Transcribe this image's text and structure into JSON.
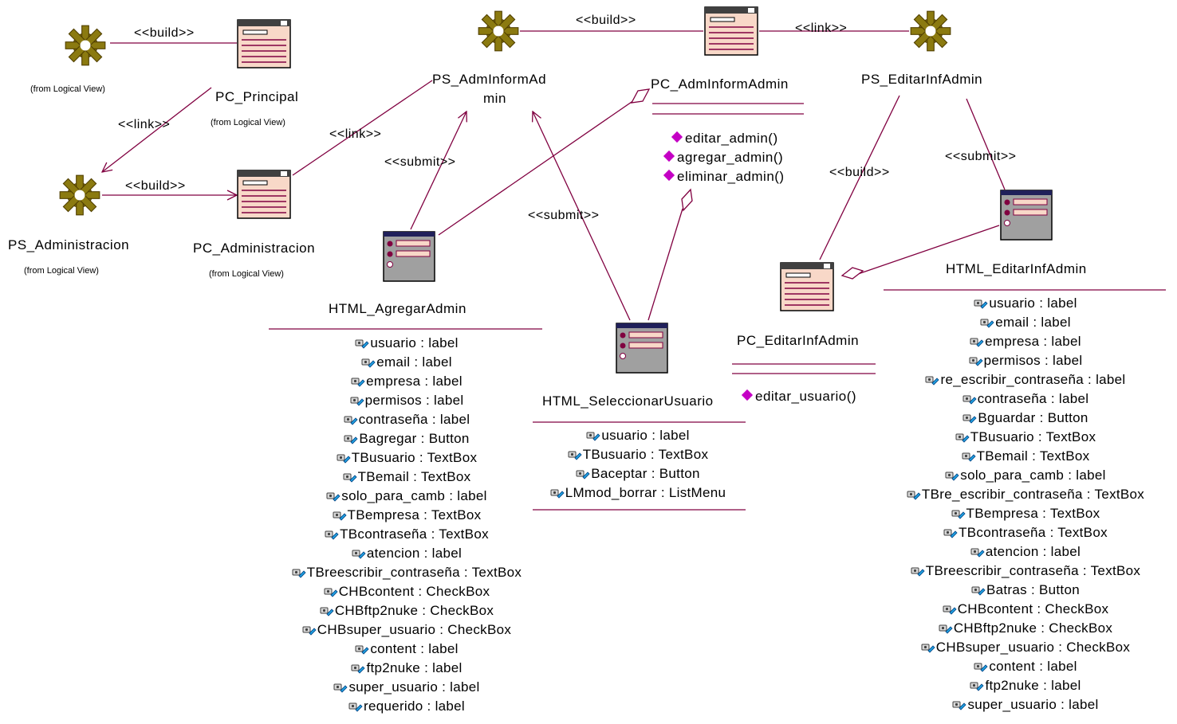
{
  "stereotypes": {
    "build": "<<build>>",
    "link": "<<link>>",
    "submit": "<<submit>>"
  },
  "from_logical_view": "(from Logical View)",
  "servers": {
    "ps_administracion": "PS_Administracion",
    "ps_adminformadmin_line1": "PS_AdmInformAd",
    "ps_adminformadmin_line2": "min",
    "ps_editarinfadmin": "PS_EditarInfAdmin"
  },
  "clients": {
    "pc_principal": "PC_Principal",
    "pc_administracion": "PC_Administracion",
    "pc_adminformadmin": "PC_AdmInformAdmin",
    "pc_editarinfadmin": "PC_EditarInfAdmin"
  },
  "pc_adminformadmin_ops": [
    "editar_admin()",
    "agregar_admin()",
    "eliminar_admin()"
  ],
  "pc_editarinfadmin_ops": [
    "editar_usuario()"
  ],
  "forms": {
    "html_agregaradmin": {
      "name": "HTML_AgregarAdmin",
      "attributes": [
        "usuario : label",
        "email : label",
        "empresa : label",
        "permisos : label",
        "contraseña : label",
        "Bagregar : Button",
        "TBusuario : TextBox",
        "TBemail : TextBox",
        "solo_para_camb : label",
        "TBempresa : TextBox",
        "TBcontraseña : TextBox",
        "atencion : label",
        "TBreescribir_contraseña : TextBox",
        "CHBcontent : CheckBox",
        "CHBftp2nuke : CheckBox",
        "CHBsuper_usuario : CheckBox",
        "content : label",
        "ftp2nuke : label",
        "super_usuario : label",
        "requerido : label"
      ]
    },
    "html_seleccionarusuario": {
      "name": "HTML_SeleccionarUsuario",
      "attributes": [
        "usuario : label",
        "TBusuario : TextBox",
        "Baceptar : Button",
        "LMmod_borrar : ListMenu"
      ]
    },
    "html_editarinfadmin": {
      "name": "HTML_EditarInfAdmin",
      "attributes": [
        "usuario : label",
        "email : label",
        "empresa : label",
        "permisos : label",
        "re_escribir_contraseña : label",
        "contraseña : label",
        "Bguardar : Button",
        "TBusuario : TextBox",
        "TBemail : TextBox",
        "solo_para_camb : label",
        "TBre_escribir_contraseña : TextBox",
        "TBempresa : TextBox",
        "TBcontraseña : TextBox",
        "atencion : label",
        "TBreescribir_contraseña : TextBox",
        "Batras : Button",
        "CHBcontent : CheckBox",
        "CHBftp2nuke : CheckBox",
        "CHBsuper_usuario : CheckBox",
        "content : label",
        "ftp2nuke : label",
        "super_usuario : label"
      ]
    }
  },
  "colors": {
    "line": "#800040",
    "gear": "#8b7a10",
    "form_bg": "#a0a0a0",
    "page_bg": "#f8d8c8",
    "operation": "#c400c4"
  }
}
